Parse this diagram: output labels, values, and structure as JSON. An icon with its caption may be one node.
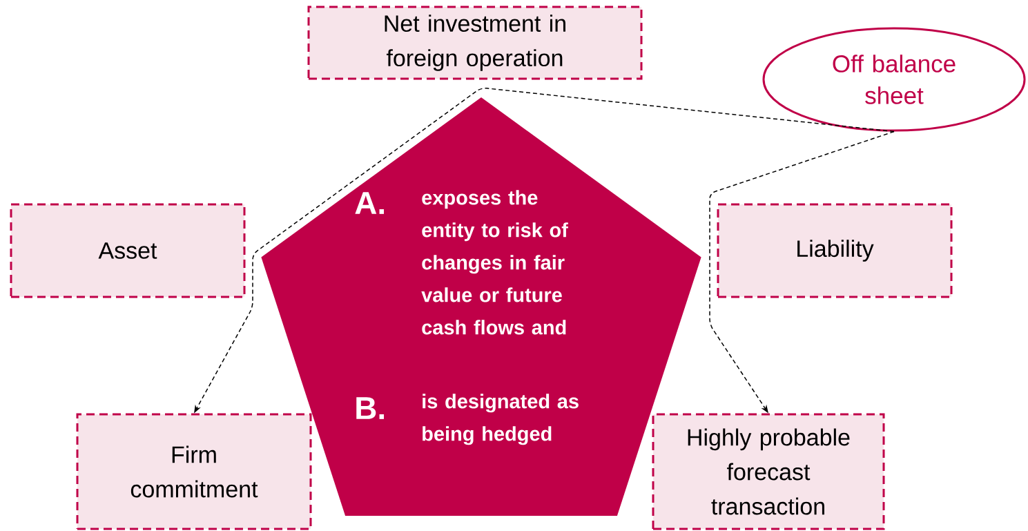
{
  "diagram": {
    "nodes": [
      {
        "text": [
          "Net investment in foreign operation"
        ]
      },
      {
        "text": [
          "Off balance sheet"
        ]
      },
      {
        "text": [
          "Asset"
        ]
      },
      {
        "text": [
          "A.",
          "exposes the entity to risk of changes in fair value or future cash flows and",
          "B.",
          "is designated as being hedged"
        ]
      },
      {
        "text": [
          "Liability"
        ]
      },
      {
        "text": [
          "Firm commitment"
        ]
      },
      {
        "text": [
          "Highly probable forecast transaction"
        ]
      }
    ],
    "edges": [
      {
        "from": 1,
        "to": 5,
        "arrow": "to",
        "style": "dashed"
      },
      {
        "from": 1,
        "to": 6,
        "arrow": "to",
        "style": "dashed"
      }
    ]
  }
}
